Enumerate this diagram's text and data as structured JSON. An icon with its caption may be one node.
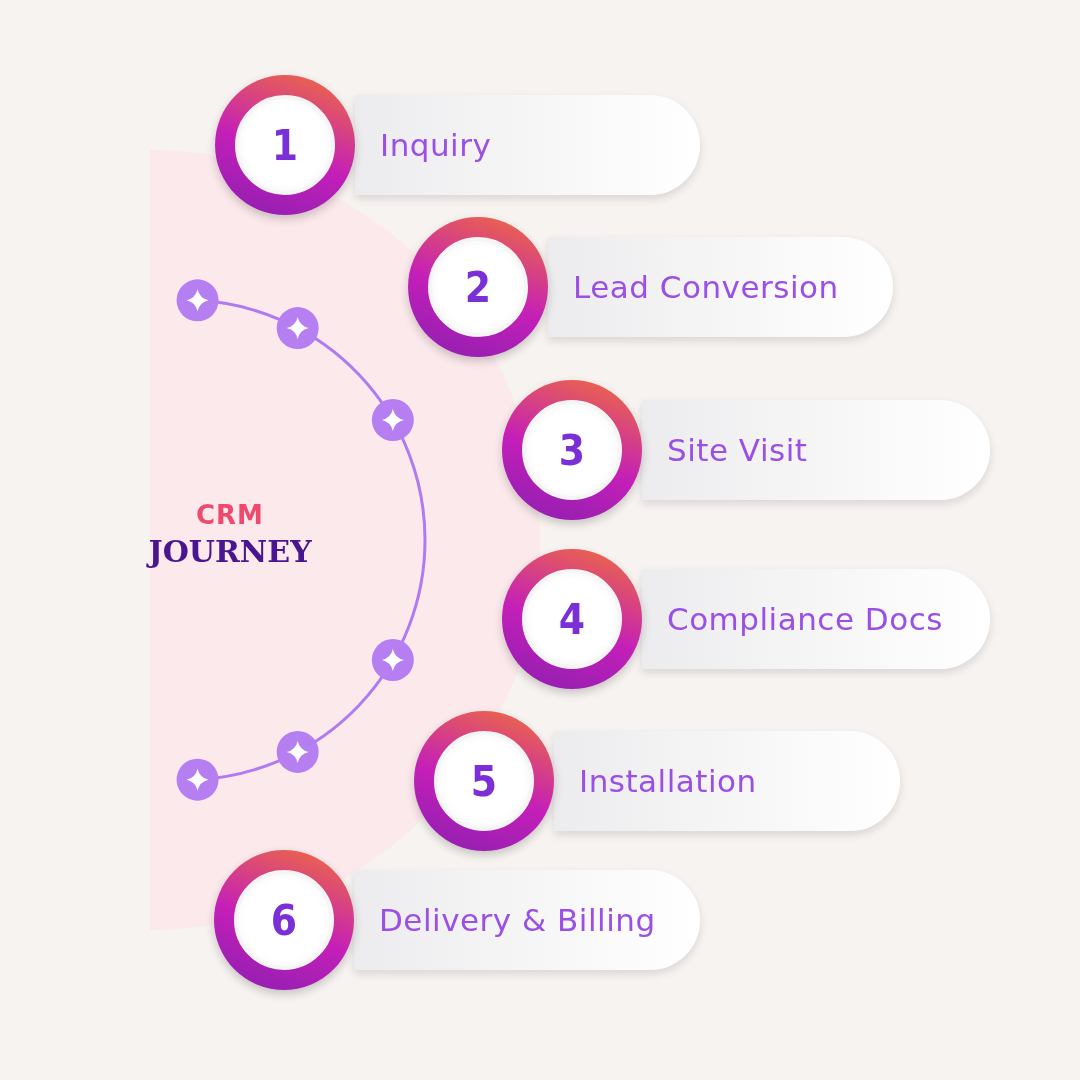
{
  "diagram": {
    "title": "CRM JOURNEY",
    "nodes": [
      {
        "text": [
          "1",
          "Inquiry"
        ]
      },
      {
        "text": [
          "2",
          "Lead Conversion"
        ]
      },
      {
        "text": [
          "3",
          "Site Visit"
        ]
      },
      {
        "text": [
          "4",
          "Compliance Docs"
        ]
      },
      {
        "text": [
          "5",
          "Installation"
        ]
      },
      {
        "text": [
          "6",
          "Delivery & Billing"
        ]
      }
    ]
  }
}
